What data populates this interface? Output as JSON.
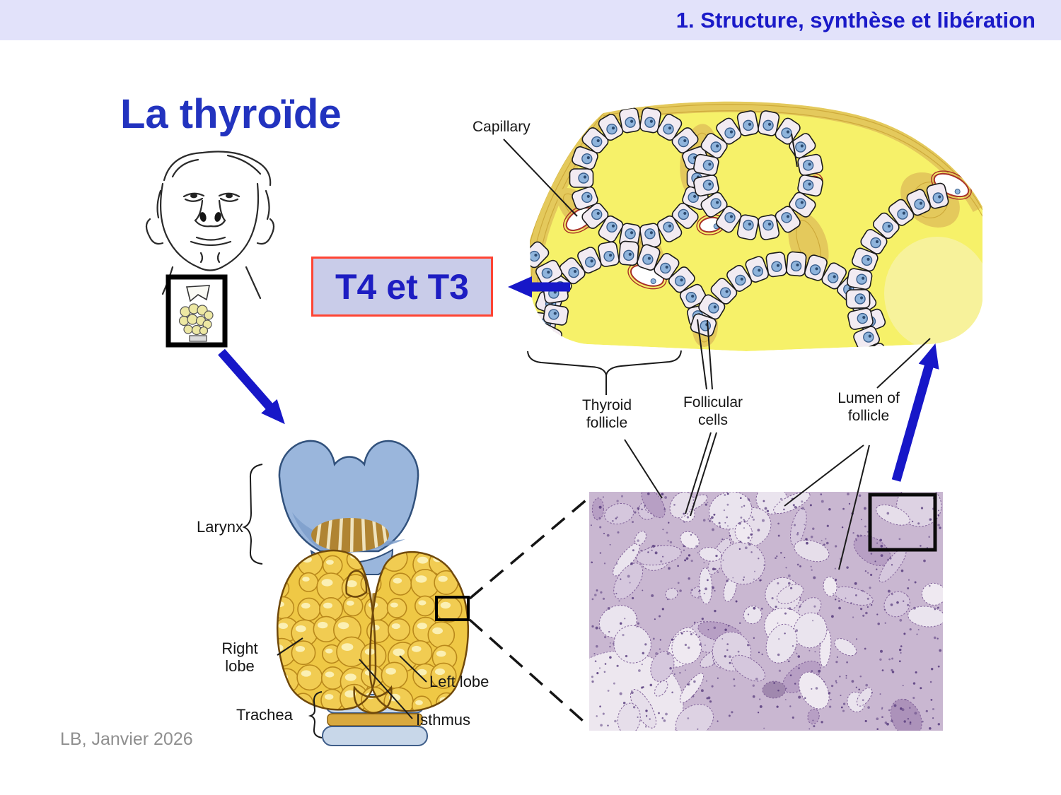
{
  "header": {
    "title": "1. Structure, synthèse et libération"
  },
  "slide": {
    "title": "La thyroïde",
    "footer": "LB, Janvier 2026"
  },
  "hormone_box": {
    "label": "T4 et T3"
  },
  "histology_labels": {
    "capillary": "Capillary",
    "thyroid_follicle": "Thyroid follicle",
    "follicular_cells": "Follicular cells",
    "lumen_of_follicle": "Lumen of follicle"
  },
  "anatomy_labels": {
    "larynx": "Larynx",
    "right_lobe": "Right lobe",
    "left_lobe": "Left lobe",
    "trachea": "Trachea",
    "isthmus": "Isthmus"
  },
  "colors": {
    "header_bg": "#E2E2FA",
    "header_text": "#1A1AC8",
    "title_text": "#2233BF",
    "accent_blue": "#1717C8",
    "hormone_box_bg": "#C9CCE9",
    "hormone_box_border": "#FF4433",
    "footer_text": "#8F8F8F",
    "colloid_yellow": "#F6F169",
    "stroma_tan": "#E4C95C",
    "micrograph_purple": "#C9B7D1"
  }
}
